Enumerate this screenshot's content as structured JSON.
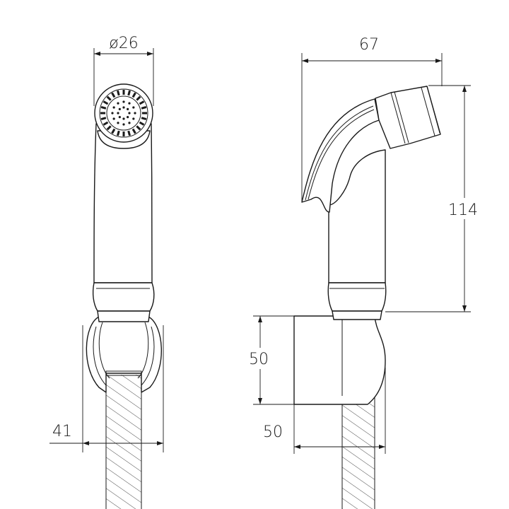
{
  "drawing": {
    "front_view": {
      "diameter_label": "ø26",
      "width_label": "41"
    },
    "side_view": {
      "length_label": "67",
      "height_label": "114",
      "holder_height_label": "50",
      "holder_depth_label": "50"
    }
  }
}
